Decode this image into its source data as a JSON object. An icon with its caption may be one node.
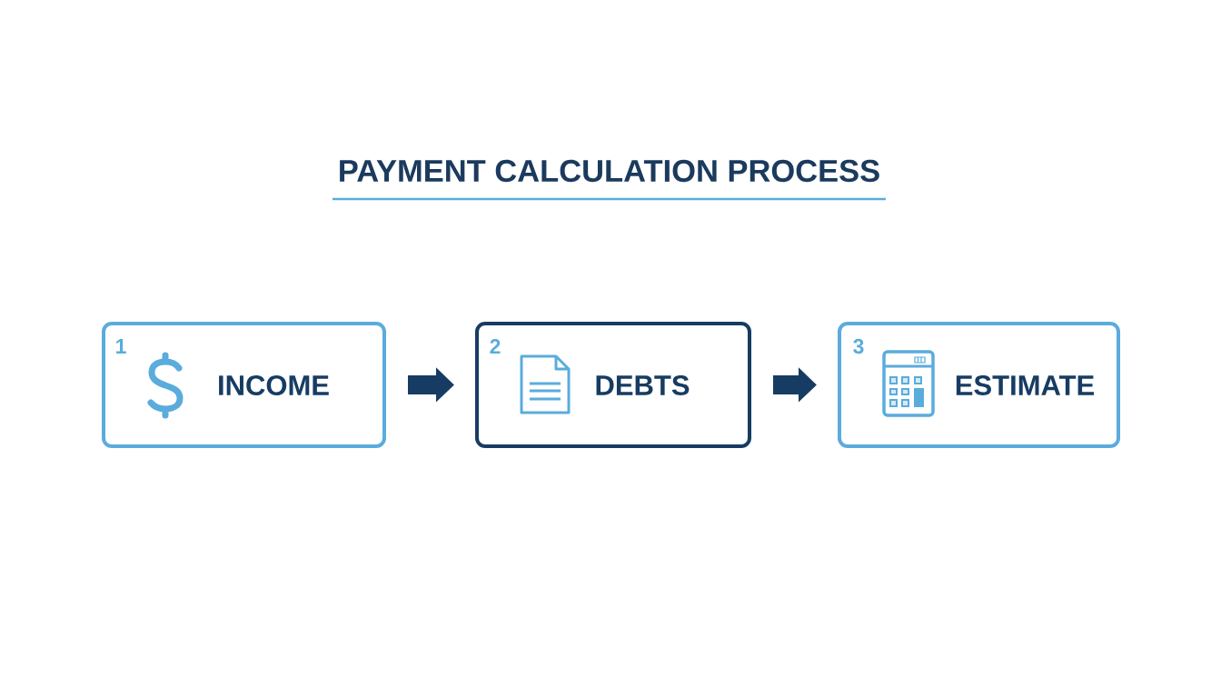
{
  "diagram": {
    "title": "PAYMENT CALCULATION PROCESS",
    "nodes": [
      {
        "text": [
          "1",
          "INCOME"
        ]
      },
      {
        "text": [
          "2",
          "DEBTS"
        ]
      },
      {
        "text": [
          "3",
          "ESTIMATE"
        ]
      }
    ],
    "edges": [
      {
        "from": 0,
        "to": 1,
        "arrow": "to"
      },
      {
        "from": 1,
        "to": 2,
        "arrow": "to"
      }
    ]
  }
}
